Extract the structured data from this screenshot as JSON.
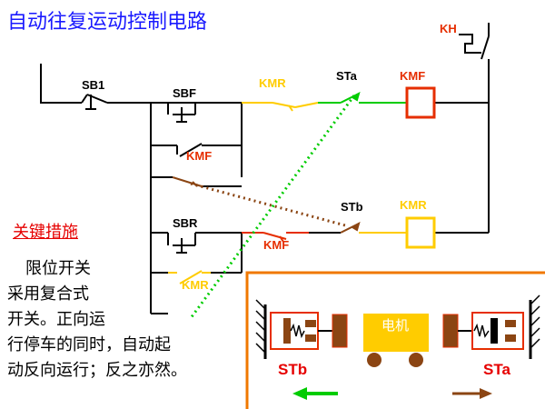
{
  "title": "自动往复运动控制电路",
  "key_measure": {
    "heading": "关键措施",
    "lines": [
      "限位开关",
      "采用复合式",
      "开关。正向运",
      "行停车的同时，自动起",
      "动反向运行；反之亦然。"
    ]
  },
  "labels": {
    "sb1": "SB1",
    "sbf": "SBF",
    "sbr": "SBR",
    "kmf_aux": "KMF",
    "kmf_interlock": "KMF",
    "kmr_interlock": "KMR",
    "kmr_aux": "KMR",
    "sta_contact": "STa",
    "stb_contact": "STb",
    "kmf_coil": "KMF",
    "kmr_coil": "KMR",
    "kh": "KH",
    "motor": "电机",
    "stb_switch": "STb",
    "sta_switch": "STa"
  },
  "colors": {
    "wire": "#000000",
    "kmf": "#e62e00",
    "kmr": "#ffcc00",
    "ta_link": "#00cc00",
    "tb_link": "#8b4513",
    "title": "#1a1aff",
    "heading": "#e60000",
    "inset_border": "#f07800",
    "switch_label": "#e60000",
    "motor_fill": "#ffcc00",
    "motor_text": "#ffffff"
  }
}
